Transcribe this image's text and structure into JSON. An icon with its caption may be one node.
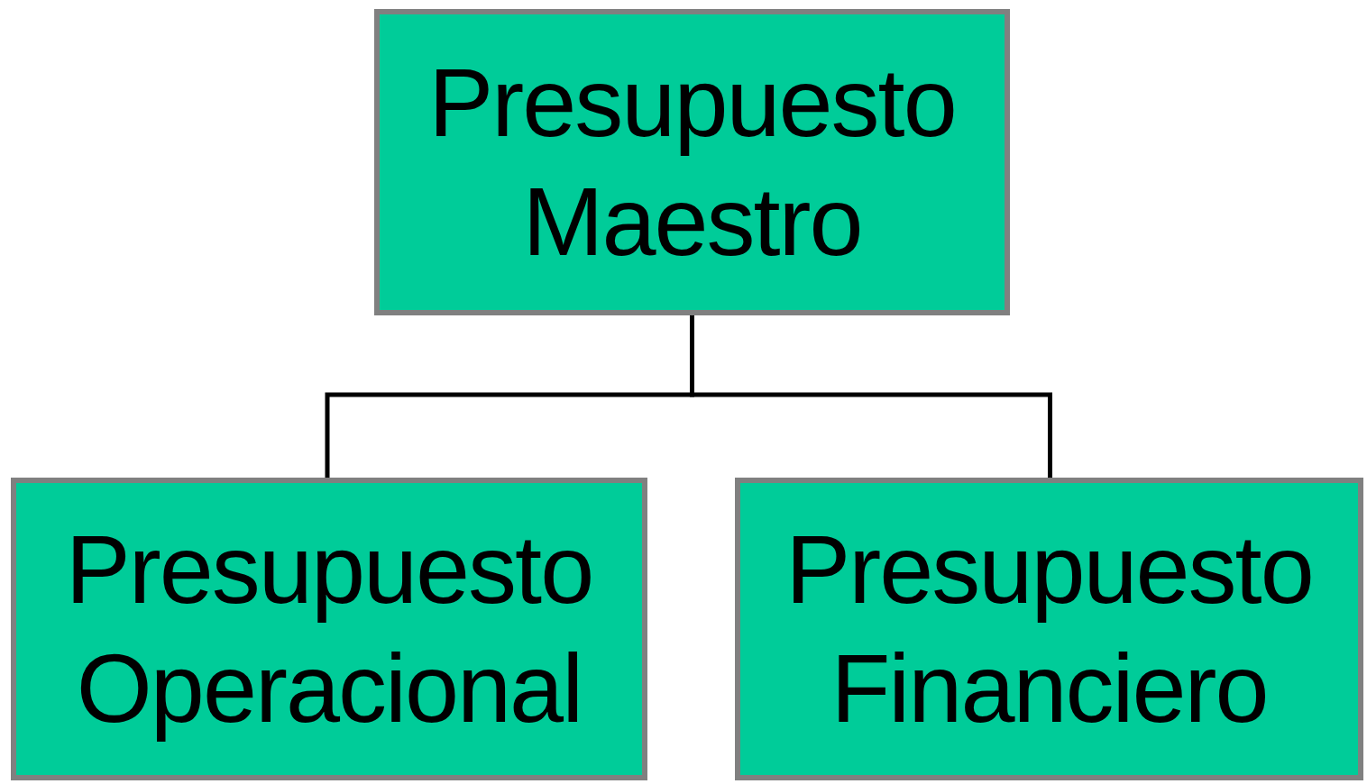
{
  "diagram": {
    "nodes": [
      {
        "text": [
          "Presupuesto Maestro"
        ]
      },
      {
        "text": [
          "Presupuesto Operacional"
        ]
      },
      {
        "text": [
          "Presupuesto Financiero"
        ]
      }
    ],
    "edges": [
      {
        "from": 0,
        "to": 1,
        "arrow": "none"
      },
      {
        "from": 0,
        "to": 2,
        "arrow": "none"
      }
    ]
  }
}
